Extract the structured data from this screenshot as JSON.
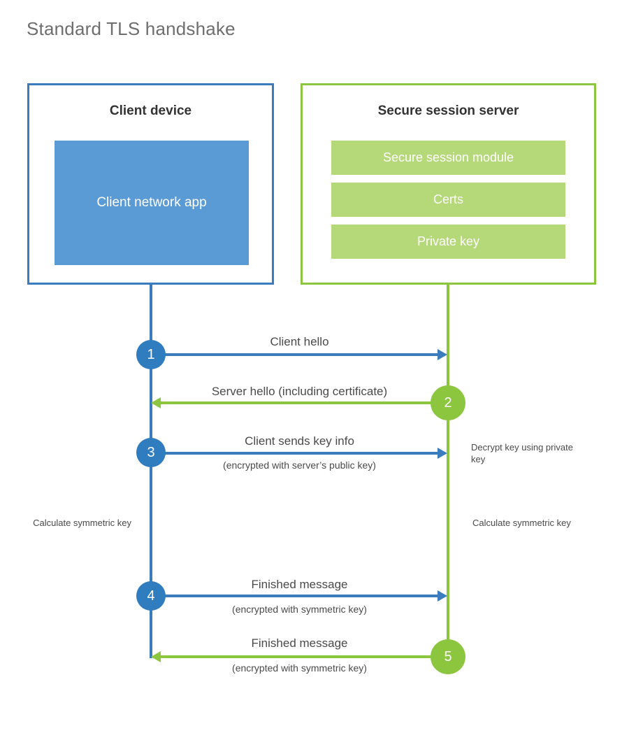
{
  "title": "Standard TLS handshake",
  "colors": {
    "client_blue_border": "#3a7cbe",
    "client_app_fill": "#5b9bd5",
    "server_green_border": "#8cc63f",
    "server_bar_fill": "#b5d878",
    "text_gray": "#4a4a4a",
    "title_gray": "#6e6e6e"
  },
  "client": {
    "box_title": "Client device",
    "app_label": "Client network app"
  },
  "server": {
    "box_title": "Secure session server",
    "modules": [
      {
        "label": "Secure session module"
      },
      {
        "label": "Certs"
      },
      {
        "label": "Private key"
      }
    ]
  },
  "steps": [
    {
      "number": "1",
      "label": "Client hello",
      "sublabel": "",
      "direction": "client-to-server",
      "color": "blue"
    },
    {
      "number": "2",
      "label": "Server hello (including certificate)",
      "sublabel": "",
      "direction": "server-to-client",
      "color": "green"
    },
    {
      "number": "3",
      "label": "Client sends key info",
      "sublabel": "(encrypted with server’s public key)",
      "direction": "client-to-server",
      "color": "blue"
    },
    {
      "number": "4",
      "label": "Finished message",
      "sublabel": "(encrypted with symmetric key)",
      "direction": "client-to-server",
      "color": "blue"
    },
    {
      "number": "5",
      "label": "Finished message",
      "sublabel": "(encrypted with symmetric key)",
      "direction": "server-to-client",
      "color": "green"
    }
  ],
  "annotations": {
    "server_decrypt": "Decrypt key using private key",
    "client_calculate": "Calculate symmetric key",
    "server_calculate": "Calculate symmetric key"
  }
}
